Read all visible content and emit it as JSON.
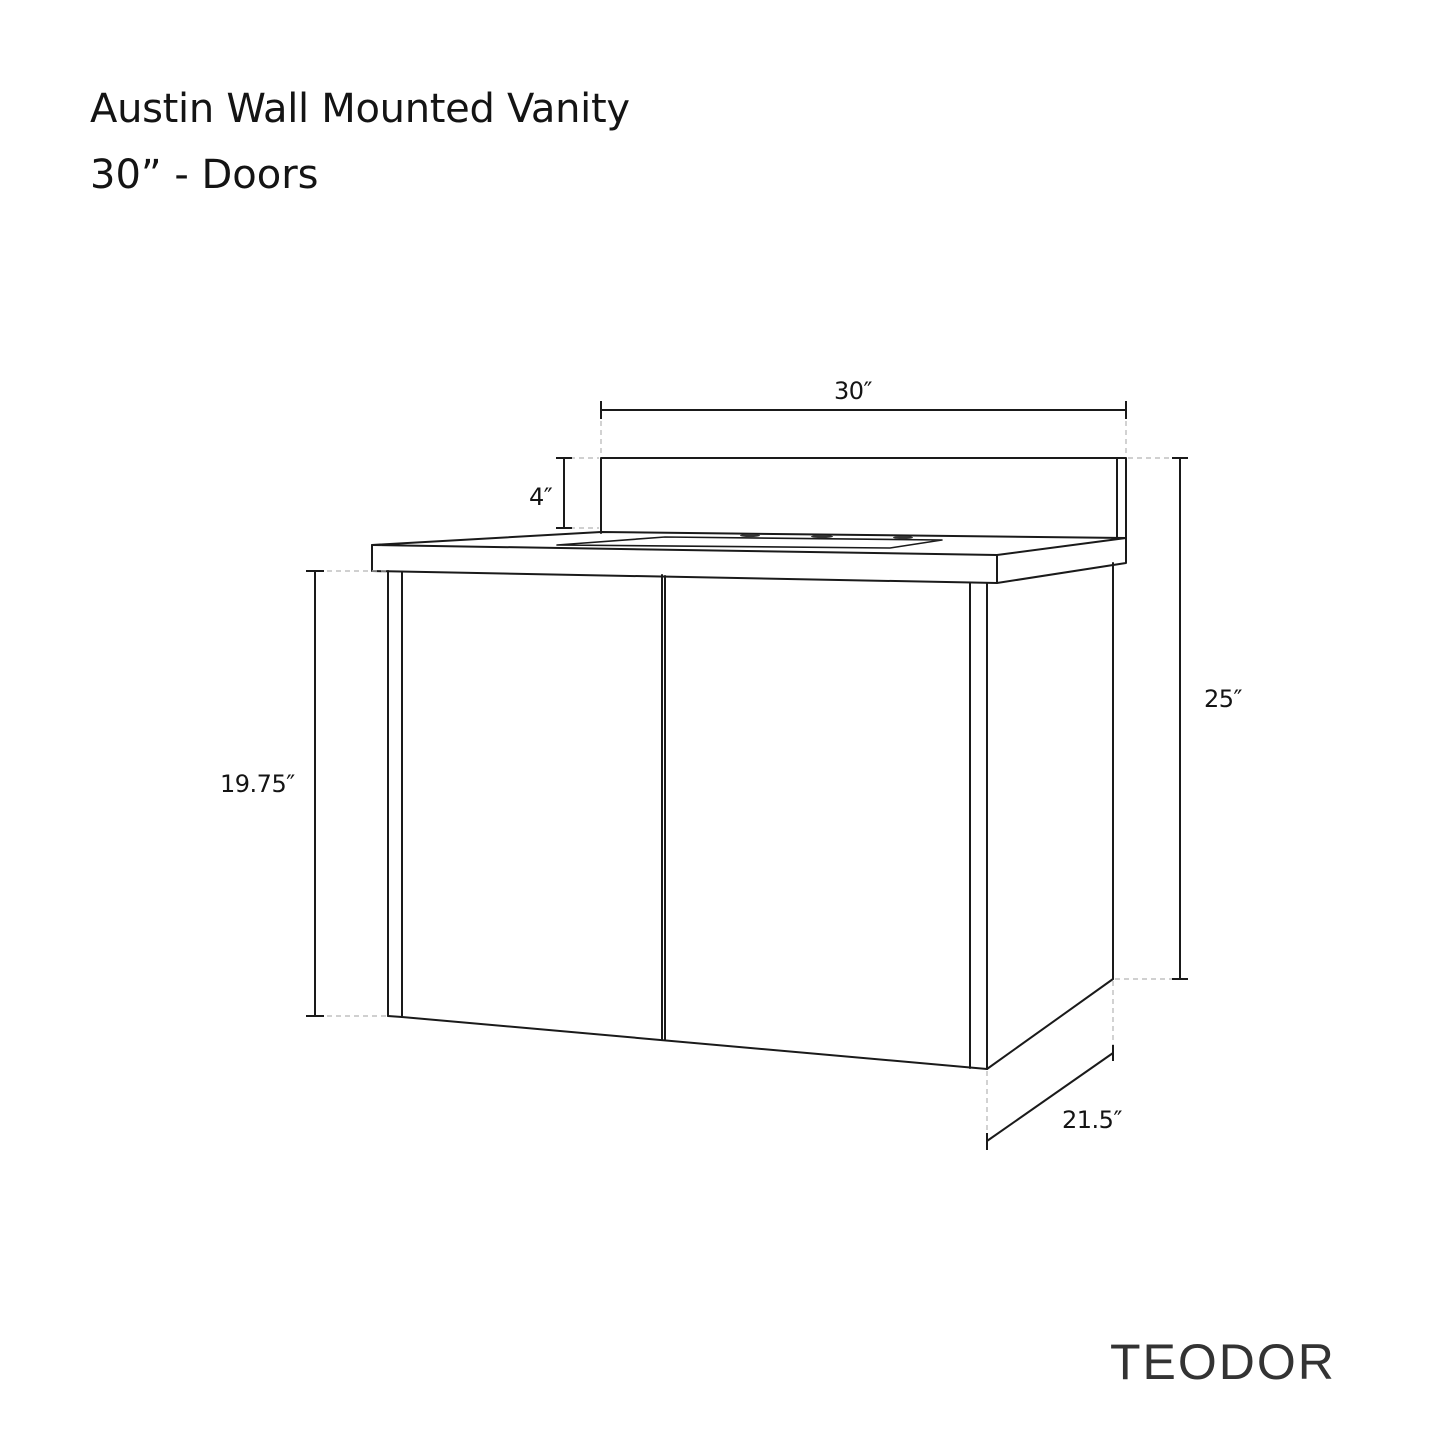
{
  "header": {
    "title": "Austin Wall Mounted Vanity",
    "subtitle": "30” - Doors"
  },
  "brand": {
    "logo_text": "TEODOR"
  },
  "dimensions": {
    "width": "30″",
    "backsplash_height": "4″",
    "total_height": "25″",
    "cabinet_height": "19.75″",
    "depth": "21.5″"
  },
  "drawing": {
    "subject": "wall mounted vanity with two doors, countertop, undermount sink and backsplash",
    "line_color": "#1a1a1a",
    "extension_line_color": "#b5b5b5",
    "background": "#ffffff"
  }
}
